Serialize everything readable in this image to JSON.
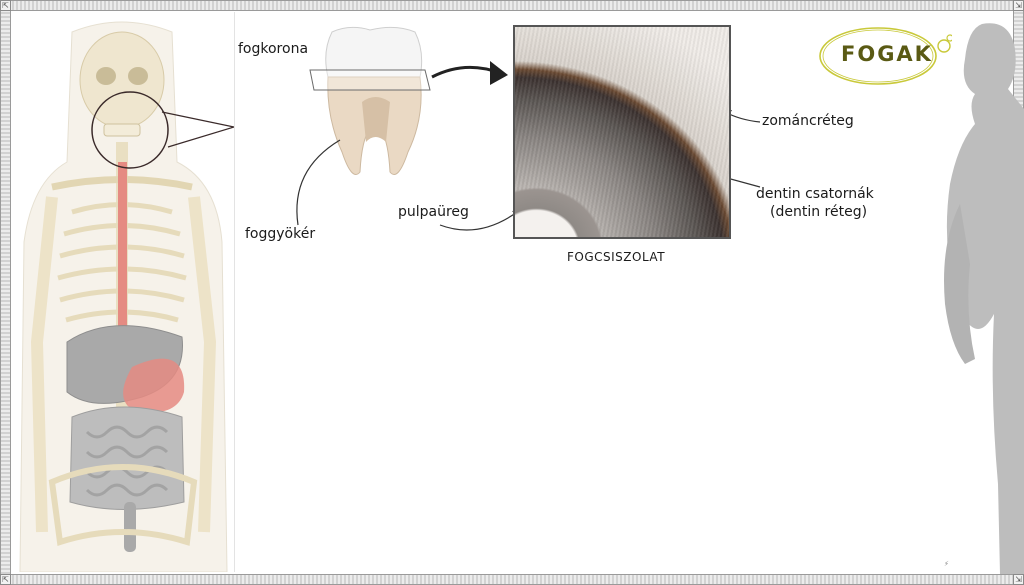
{
  "title": "FOGAK",
  "labels": {
    "crown": "fogkorona",
    "root": "foggyökér",
    "pulp": "pulpaüreg",
    "enamel": "zománcréteg",
    "dentin_line1": "dentin csatornák",
    "dentin_line2": "(dentin réteg)"
  },
  "photo_caption": "FOGCSISZOLAT",
  "colors": {
    "accent": "#c9c93a",
    "title_text": "#5a5a14",
    "esophagus": "#e58b82",
    "bone": "#efe6cf",
    "silhouette": "#bdbdbd"
  },
  "icons": [
    "zoom-circle-callout",
    "cut-plane-arrow",
    "human-silhouette"
  ]
}
